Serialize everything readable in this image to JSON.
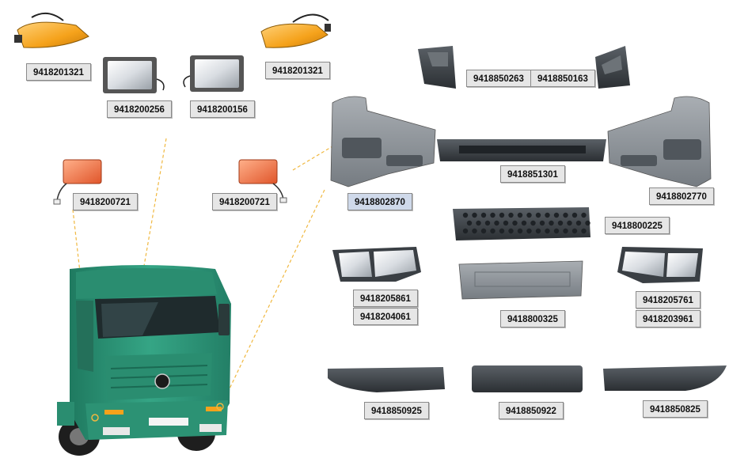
{
  "labels": {
    "turn_signal_left": "9418201321",
    "turn_signal_right": "9418201321",
    "fog_lamp_left": "9418200256",
    "fog_lamp_right": "9418200156",
    "side_marker_left": "9418200721",
    "side_marker_right": "9418200721",
    "corner_bracket_left": "9418850263",
    "corner_bracket_right": "9418850163",
    "bumper_end_left": "9418802870",
    "bumper_end_right": "9418802770",
    "bumper_center_bar": "9418851301",
    "step_panel": "9418800225",
    "headlamp_left_a": "9418205861",
    "headlamp_left_b": "9418204061",
    "headlamp_right_a": "9418205761",
    "headlamp_right_b": "9418203961",
    "license_plate_panel": "9418800325",
    "spoiler_left": "9418850925",
    "spoiler_center": "9418850922",
    "spoiler_right": "9418850825"
  },
  "colors": {
    "truck_cab": "#2f9a7c",
    "bumper_gray": "#8e949a",
    "spoiler_dark": "#3a3f44",
    "amber": "#f5a21b",
    "marker_orange": "#ee6a3a",
    "leader_line": "#f0b840"
  }
}
